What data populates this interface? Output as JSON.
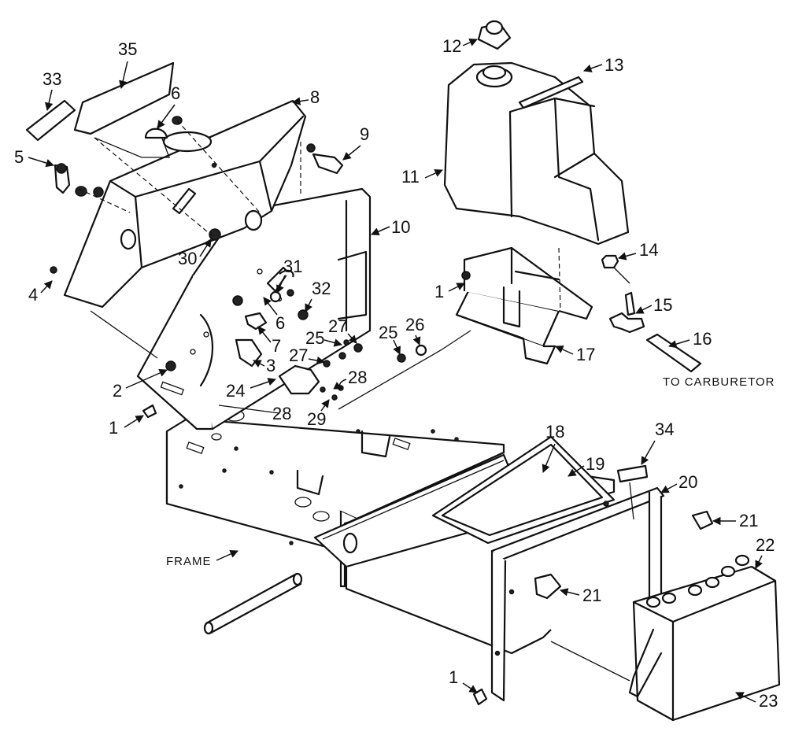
{
  "callouts": {
    "c1a": "1",
    "c1b": "1",
    "c1c": "1",
    "c2": "2",
    "c3": "3",
    "c4": "4",
    "c5": "5",
    "c6a": "6",
    "c6b": "6",
    "c7": "7",
    "c8": "8",
    "c9": "9",
    "c10": "10",
    "c11": "11",
    "c12": "12",
    "c13": "13",
    "c14": "14",
    "c15": "15",
    "c16": "16",
    "c17": "17",
    "c18": "18",
    "c19": "19",
    "c20": "20",
    "c21a": "21",
    "c21b": "21",
    "c22": "22",
    "c23": "23",
    "c24": "24",
    "c25a": "25",
    "c25b": "25",
    "c26": "26",
    "c27a": "27",
    "c27b": "27",
    "c28a": "28",
    "c28b": "28",
    "c29": "29",
    "c30": "30",
    "c31": "31",
    "c32": "32",
    "c33": "33",
    "c34": "34",
    "c35": "35"
  },
  "notes": {
    "carburetor": "TO CARBURETOR",
    "frame": "FRAME"
  }
}
